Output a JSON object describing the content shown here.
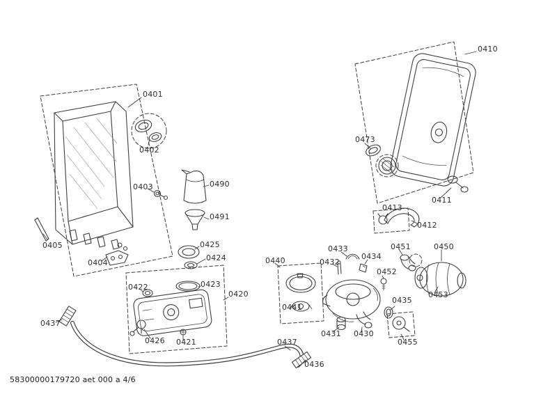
{
  "footer": {
    "doc_number": "58300000179720 aet 000 a 4/6"
  },
  "colors": {
    "line": "#3f3f3f",
    "label": "#2e2e2e",
    "background": "#ffffff"
  },
  "parts": {
    "p0401": "0401",
    "p0402": "0402",
    "p0403": "0403",
    "p0404": "0404",
    "p0405": "0405",
    "p0410": "0410",
    "p0411": "0411",
    "p0412": "0412",
    "p0413": "0413",
    "p0420": "0420",
    "p0421": "0421",
    "p0422": "0422",
    "p0423": "0423",
    "p0424": "0424",
    "p0425": "0425",
    "p0426": "0426",
    "p0430": "0430",
    "p0431": "0431",
    "p0432": "0432",
    "p0433": "0433",
    "p0434": "0434",
    "p0435": "0435",
    "p0436": "0436",
    "p0437": "0437",
    "p0440": "0440",
    "p0441": "0441",
    "p0450": "0450",
    "p0451": "0451",
    "p0452": "0452",
    "p0453": "0453",
    "p0455": "0455",
    "p0473": "0473",
    "p0490": "0490",
    "p0491": "0491"
  }
}
